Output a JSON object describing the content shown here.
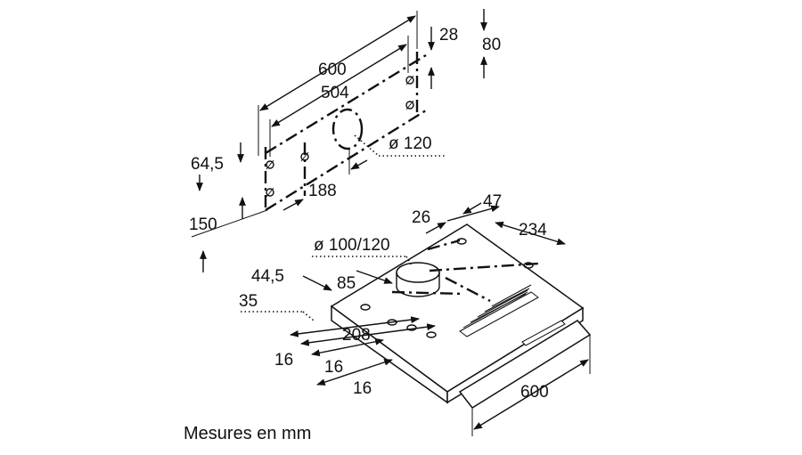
{
  "caption": "Mesures en mm",
  "wall": {
    "width": "600",
    "hole_spacing": "504",
    "top_offset": "28",
    "top_offset2": "80",
    "left_offset": "64,5",
    "hole_height": "150",
    "duct_offset": "188",
    "duct_diameter": "ø 120"
  },
  "hood": {
    "outlet_diameter": "ø 100/120",
    "d26": "26",
    "d47": "47",
    "d234": "234",
    "d44_5": "44,5",
    "d85": "85",
    "d35": "35",
    "d208": "208",
    "d16a": "16",
    "d16b": "16",
    "d16c": "16",
    "width": "600"
  }
}
